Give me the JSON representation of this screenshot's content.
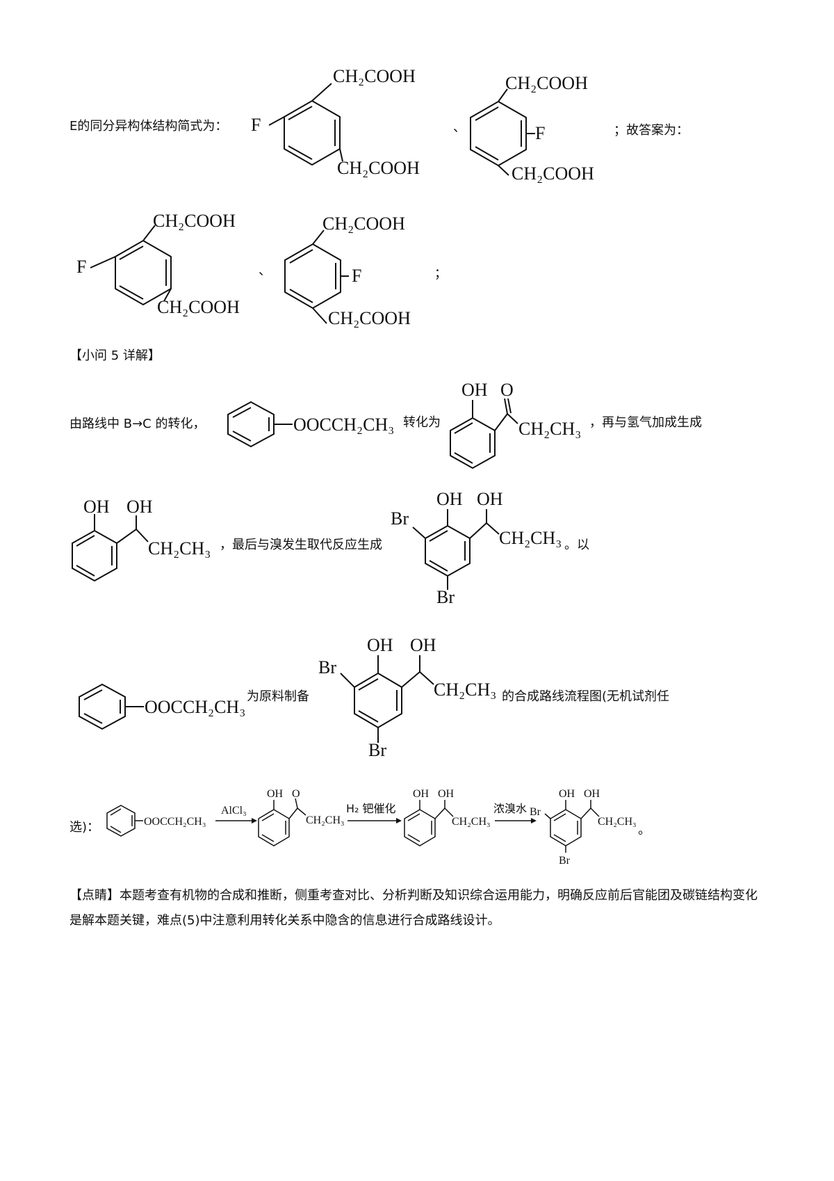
{
  "line1": {
    "prefix": "E的同分异构体结构简式为：",
    "sep": "、",
    "suffix": "；故答案为："
  },
  "line2": {
    "sep": "、",
    "suffix": "；"
  },
  "heading5": "【小问 5 详解】",
  "line3": {
    "prefix": "由路线中 B→C 的转化，",
    "mid": "转化为",
    "suffix": "，再与氢气加成生成"
  },
  "line4": {
    "mid": "，最后与溴发生取代反应生成",
    "suffix": "。以"
  },
  "line5": {
    "mid": "为原料制备",
    "suffix": "的合成路线流程图(无机试剂任"
  },
  "line6": {
    "prefix": "选)：",
    "suffix": "。"
  },
  "arrows": {
    "step1": "AlCl₃",
    "step2": "H₂ 钯催化",
    "step3": "浓溴水"
  },
  "chem": {
    "ch2cooh": "CH₂COOH",
    "f": "F",
    "oocch2ch3": "OOCCH₂CH₃",
    "ch2ch3": "CH₂CH₃",
    "oh": "OH",
    "o": "O",
    "br": "Br"
  },
  "tip": "【点睛】本题考查有机物的合成和推断，侧重考查对比、分析判断及知识综合运用能力，明确反应前后官能团及碳链结构变化是解本题关键，难点(5)中注意利用转化关系中隐含的信息进行合成路线设计。"
}
